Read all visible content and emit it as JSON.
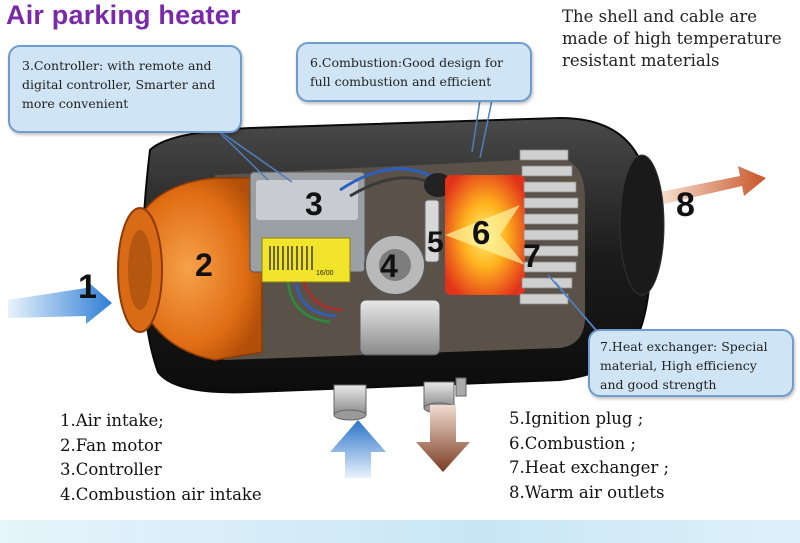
{
  "title": "Air parking heater",
  "note": "The shell and cable are made of high temperature resistant materials",
  "callouts": {
    "controller": "3.Controller: with remote and digital controller, Smarter and more convenient",
    "combustion": "6.Combustion:Good design for full combustion and efficient",
    "heat_exchanger": "7.Heat exchanger: Special material, High efficiency and good strength"
  },
  "numbers": [
    "1",
    "2",
    "3",
    "4",
    "5",
    "6",
    "7",
    "8"
  ],
  "label_text": "16/00",
  "legend_left": [
    "1.Air intake;",
    "2.Fan motor",
    "3.Controller",
    "4.Combustion air intake"
  ],
  "legend_right": [
    "5.Ignition plug ;",
    "6.Combustion ;",
    "7.Heat exchanger ;",
    "8.Warm air outlets"
  ],
  "colors": {
    "title": "#7a2aa8",
    "callout_bg": "#cfe4f5",
    "callout_border": "#6f9ccd",
    "fan": "#e77a1e",
    "intake_arrow": "#2f7fd6",
    "outlet_arrow": "#c9552a",
    "down_arrow": "#7a3b22"
  }
}
